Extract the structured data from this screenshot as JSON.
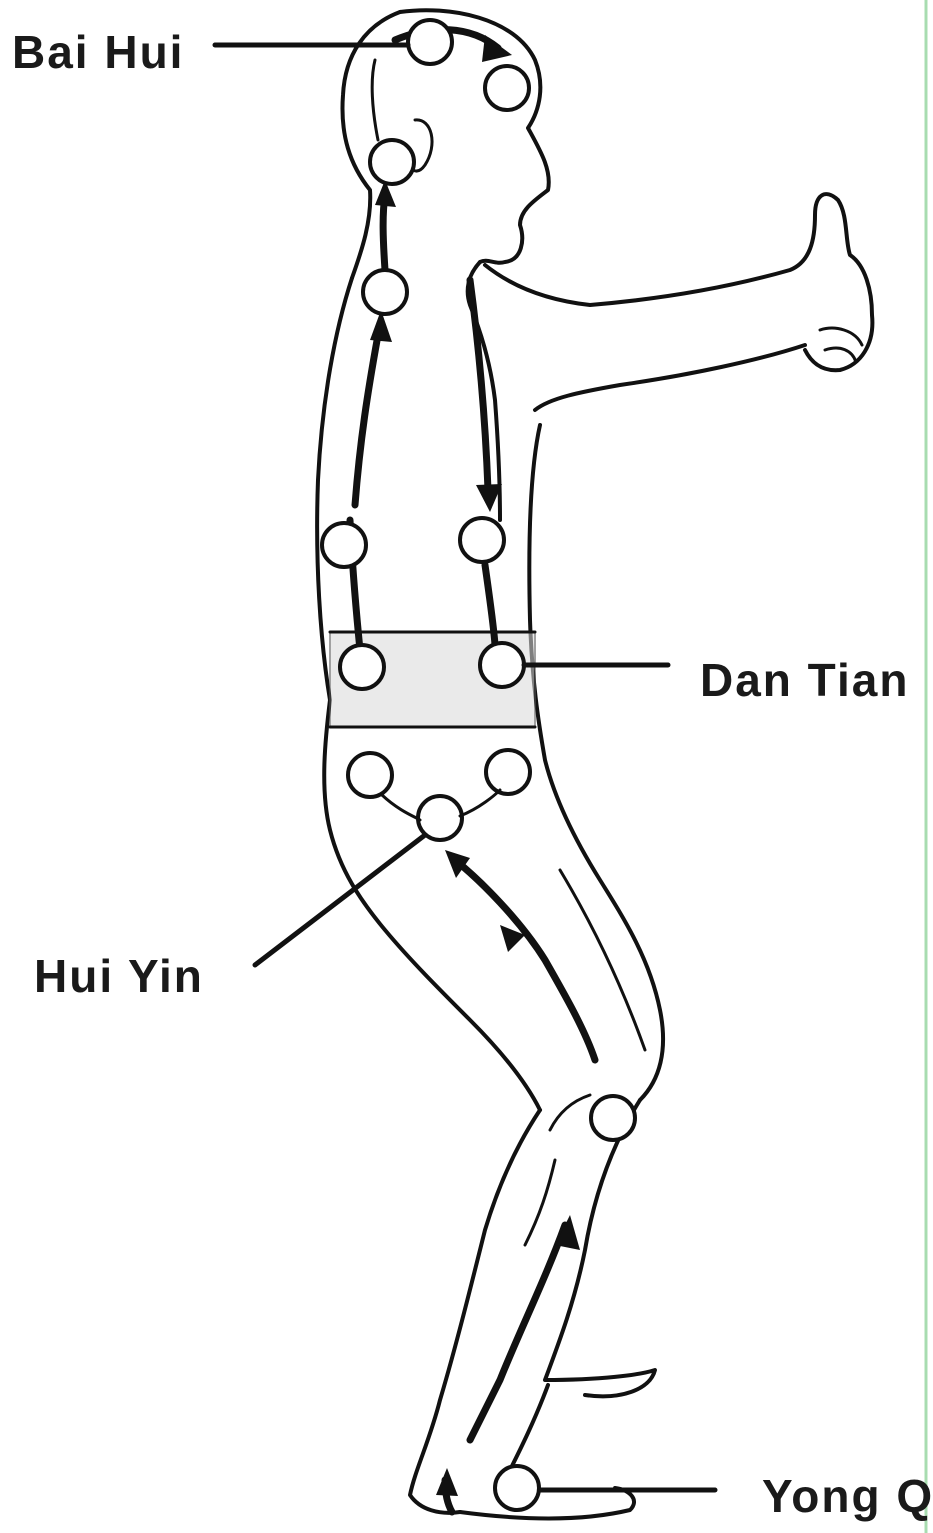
{
  "labels": {
    "top": "Bai Hui",
    "middle": "Dan Tian",
    "lower": "Hui Yin",
    "foot": "Yong Q"
  },
  "colors": {
    "ink": "#111111",
    "frame_border": "#a8dcb0",
    "background": "#ffffff"
  }
}
